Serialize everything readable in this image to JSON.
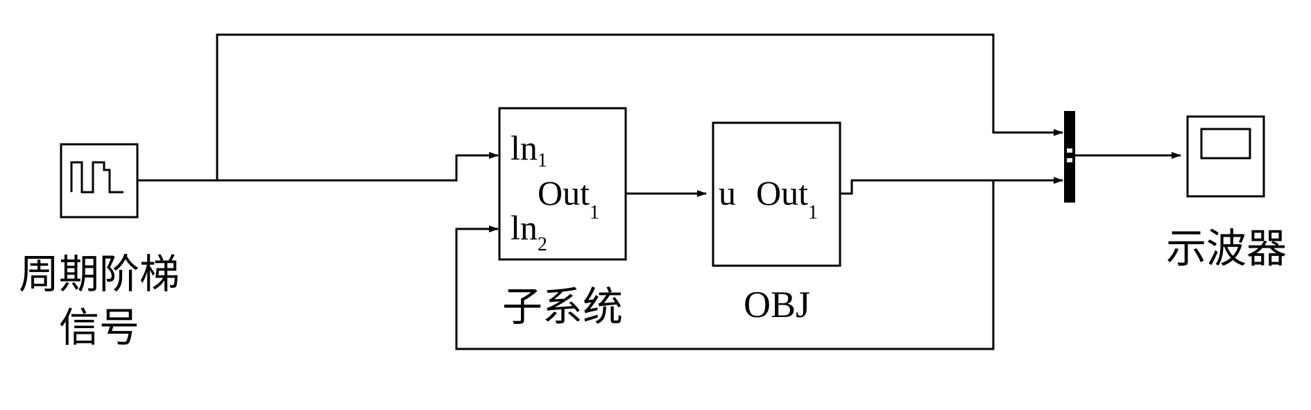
{
  "source": {
    "caption_line1": "周期阶梯",
    "caption_line2": "信号",
    "icon": "pulse-wave-icon"
  },
  "subsystem": {
    "port_in1": "ln",
    "port_in1_sub": "1",
    "port_in2": "ln",
    "port_in2_sub": "2",
    "port_out": "Out",
    "port_out_sub": "1",
    "caption": "子系统"
  },
  "obj": {
    "port_in": "u",
    "port_out": "Out",
    "port_out_sub": "1",
    "caption": "OBJ"
  },
  "mux": {
    "icon": "mux-bar-icon"
  },
  "scope": {
    "caption": "示波器",
    "icon": "oscilloscope-icon"
  }
}
